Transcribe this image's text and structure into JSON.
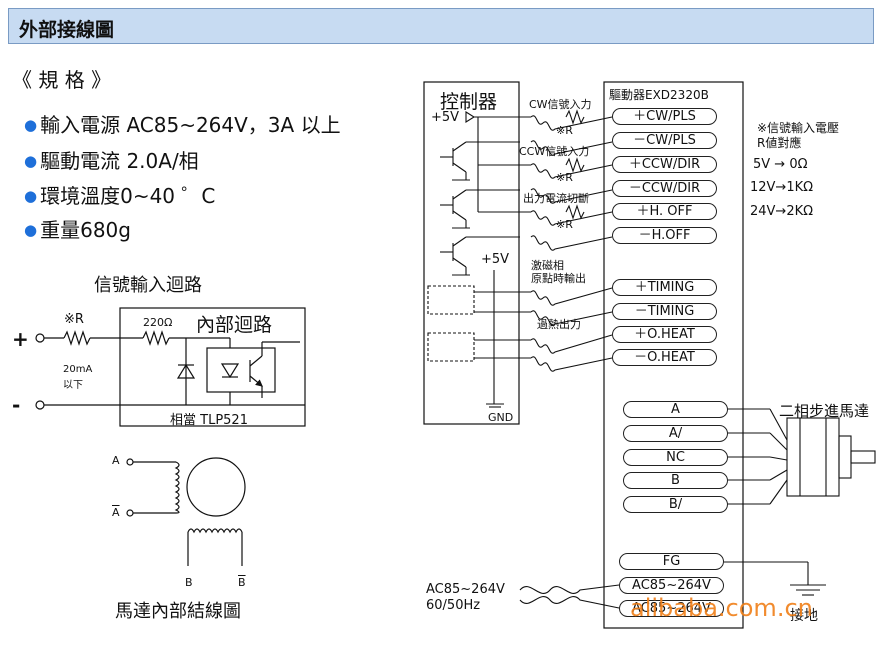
{
  "header": {
    "title": "外部接線圖"
  },
  "specs": {
    "title": "《 規 格 》",
    "items": [
      "輸入電源 AC85~264V，3A 以上",
      "驅動電流 2.0A/相",
      "環境溫度0~40 ゜C",
      "重量680g"
    ]
  },
  "input_circuit": {
    "title": "信號輸入迴路",
    "resistor_mark": "※R",
    "r220": "220Ω",
    "inner_circuit": "內部迴路",
    "current": "20mA",
    "current_note": "以下",
    "plus": "+",
    "minus": "-",
    "equivalent": "相當 TLP521"
  },
  "motor_internal": {
    "caption": "馬達內部結線圖",
    "a": "A",
    "a_bar": "A",
    "b": "B",
    "b_bar": "B"
  },
  "controller": {
    "title": "控制器",
    "plus5v": "+5V",
    "plus5v_2": "+5V",
    "gnd": "GND"
  },
  "driver": {
    "title": "驅動器EXD2320B",
    "labels": {
      "cw": "CW信號入力",
      "ccw": "CCW信號入力",
      "hoff": "出力電流切斷",
      "timing_1": "激磁相",
      "timing_2": "原點時輸出",
      "oheat": "過熱出力",
      "r_mark": "※R"
    },
    "signal_terminals": [
      "＋CW/PLS",
      "－CW/PLS",
      "＋CCW/DIR",
      "－CCW/DIR",
      "＋H. OFF",
      "－H.OFF",
      "＋TIMING",
      "－TIMING",
      "＋O.HEAT",
      "－O.HEAT"
    ],
    "motor_terminals": [
      "A",
      "A/",
      "NC",
      "B",
      "B/"
    ],
    "power_terminals": [
      "FG",
      "AC85~264V",
      "AC85~264V"
    ]
  },
  "resistor_note": {
    "line1": "※信號輸入電壓",
    "line2": "R値對應",
    "rows": [
      "5V  → 0Ω",
      "12V→1KΩ",
      "24V→2KΩ"
    ]
  },
  "motor": {
    "label": "二相步進馬達"
  },
  "power": {
    "line1": "AC85~264V",
    "line2": "60/50Hz"
  },
  "ground": {
    "label": "接地"
  },
  "watermark": "alibaba.com.cn"
}
